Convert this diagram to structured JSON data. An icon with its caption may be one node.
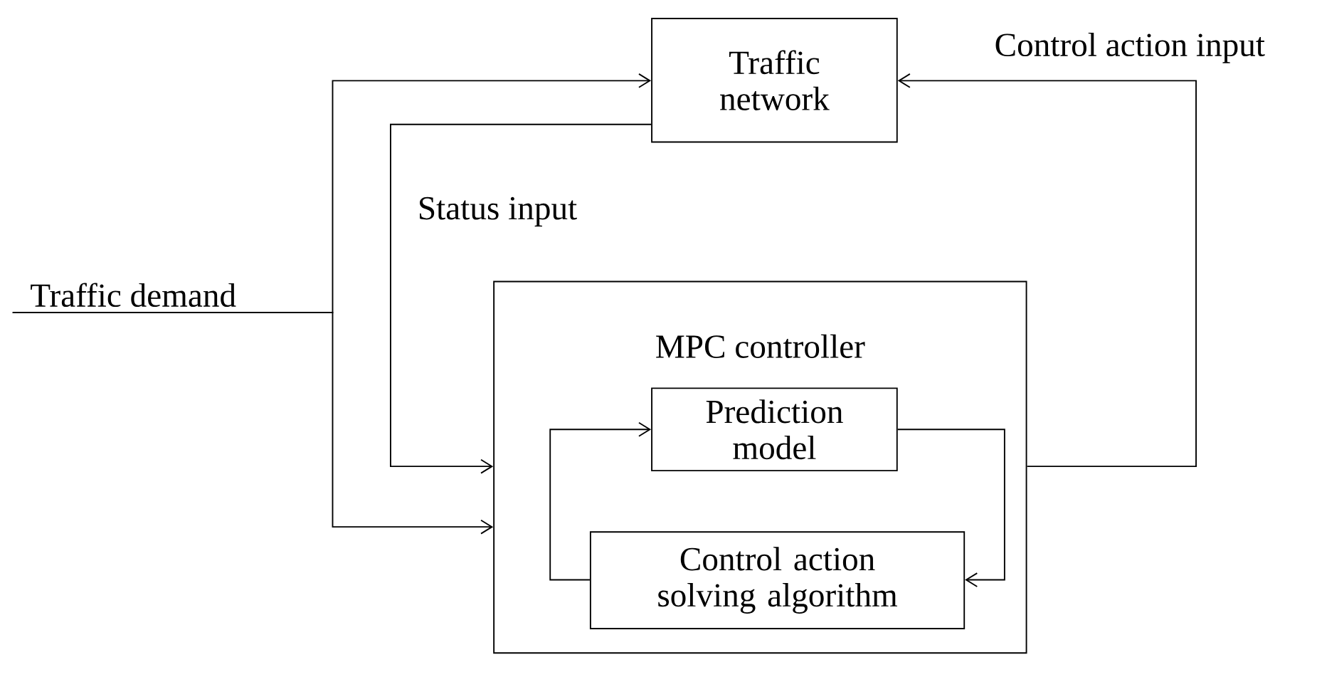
{
  "diagram": {
    "nodes": [
      {
        "text": [
          "Traffic network"
        ]
      },
      {
        "text": [
          "Traffic demand"
        ]
      },
      {
        "text": [
          "MPC controller"
        ]
      },
      {
        "text": [
          "Prediction model"
        ],
        "in": 2
      },
      {
        "text": [
          "Control action solving algorithm"
        ],
        "in": 2
      }
    ],
    "edges": [
      {
        "from": 0,
        "to": 2,
        "label": "Status input",
        "arrow": "to"
      },
      {
        "from": 1,
        "to": 0,
        "arrow": "to"
      },
      {
        "from": 1,
        "to": 2,
        "arrow": "to"
      },
      {
        "from": 2,
        "to": 0,
        "label": "Control action input",
        "arrow": "to"
      },
      {
        "from": 3,
        "to": 4,
        "arrow": "to"
      },
      {
        "from": 4,
        "to": 3,
        "arrow": "to"
      }
    ]
  }
}
